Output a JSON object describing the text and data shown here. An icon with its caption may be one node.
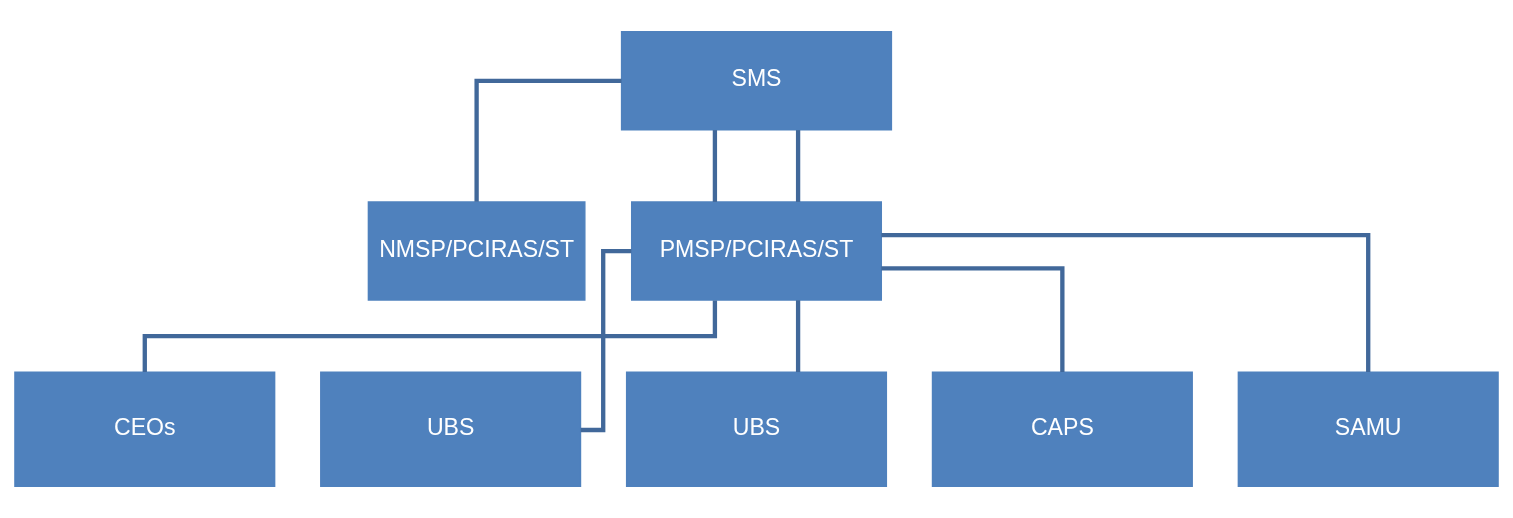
{
  "diagram": {
    "nodes": [
      {
        "text": [
          "SMS"
        ]
      },
      {
        "text": [
          "NMSP/PCIRAS/ST"
        ]
      },
      {
        "text": [
          "PMSP/PCIRAS/ST"
        ]
      },
      {
        "text": [
          "CEOs"
        ]
      },
      {
        "text": [
          "UBS"
        ]
      },
      {
        "text": [
          "UBS"
        ]
      },
      {
        "text": [
          "CAPS"
        ]
      },
      {
        "text": [
          "SAMU"
        ]
      }
    ],
    "edges": [
      {
        "from": 0,
        "to": 2,
        "arrow": "none"
      },
      {
        "from": 0,
        "to": 1,
        "arrow": "none"
      },
      {
        "from": 0,
        "to": 2,
        "arrow": "none"
      },
      {
        "from": 2,
        "to": 3,
        "arrow": "none"
      },
      {
        "from": 2,
        "to": 4,
        "arrow": "none"
      },
      {
        "from": 2,
        "to": 5,
        "arrow": "none"
      },
      {
        "from": 2,
        "to": 6,
        "arrow": "none"
      },
      {
        "from": 2,
        "to": 7,
        "arrow": "none"
      }
    ]
  }
}
